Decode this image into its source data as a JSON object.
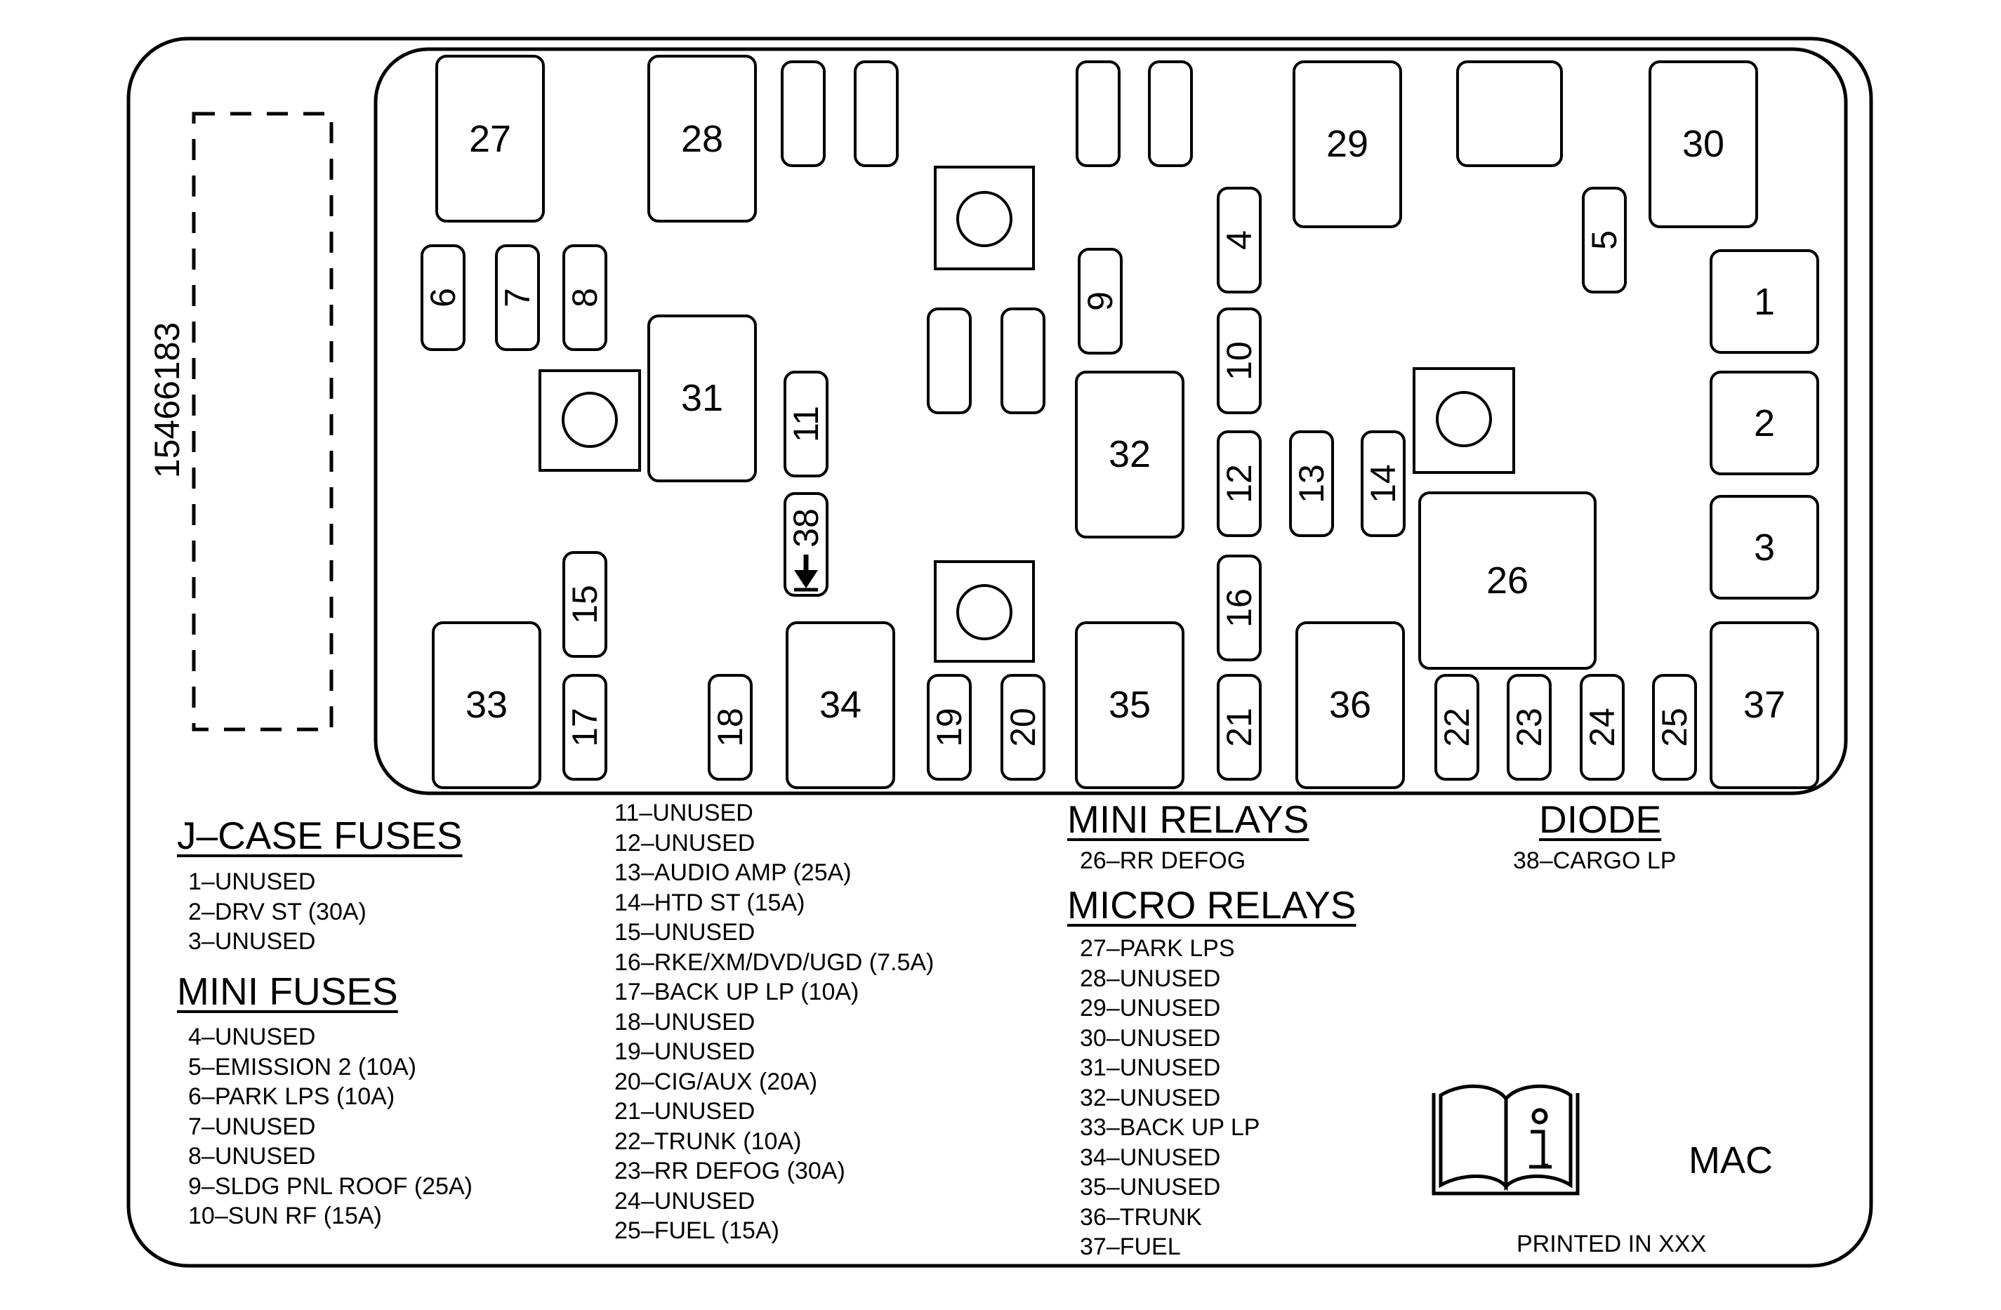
{
  "part_number": "15466183",
  "fuse_labels": {
    "f1": "1",
    "f2": "2",
    "f3": "3",
    "f4": "4",
    "f5": "5",
    "f6": "6",
    "f7": "7",
    "f8": "8",
    "f9": "9",
    "f10": "10",
    "f11": "11",
    "f12": "12",
    "f13": "13",
    "f14": "14",
    "f15": "15",
    "f16": "16",
    "f17": "17",
    "f18": "18",
    "f19": "19",
    "f20": "20",
    "f21": "21",
    "f22": "22",
    "f23": "23",
    "f24": "24",
    "f25": "25",
    "f26": "26",
    "f27": "27",
    "f28": "28",
    "f29": "29",
    "f30": "30",
    "f31": "31",
    "f32": "32",
    "f33": "33",
    "f34": "34",
    "f35": "35",
    "f36": "36",
    "f37": "37",
    "f38": "38"
  },
  "legend": {
    "jcase_title": "J–CASE FUSES",
    "jcase_items": [
      "1–UNUSED",
      "2–DRV ST (30A)",
      "3–UNUSED"
    ],
    "mini_fuses_title": "MINI FUSES",
    "mini_fuses_items": [
      "4–UNUSED",
      "5–EMISSION 2 (10A)",
      "6–PARK LPS (10A)",
      "7–UNUSED",
      "8–UNUSED",
      "9–SLDG PNL ROOF (25A)",
      "10–SUN RF (15A)"
    ],
    "mini_fuses_cont": [
      "11–UNUSED",
      "12–UNUSED",
      "13–AUDIO AMP (25A)",
      "14–HTD ST (15A)",
      "15–UNUSED",
      "16–RKE/XM/DVD/UGD (7.5A)",
      "17–BACK UP LP (10A)",
      "18–UNUSED",
      "19–UNUSED",
      "20–CIG/AUX (20A)",
      "21–UNUSED",
      "22–TRUNK (10A)",
      "23–RR DEFOG (30A)",
      "24–UNUSED",
      "25–FUEL (15A)"
    ],
    "mini_relays_title": "MINI RELAYS",
    "mini_relays_items": [
      "26–RR DEFOG"
    ],
    "micro_relays_title": "MICRO RELAYS",
    "micro_relays_items": [
      "27–PARK LPS",
      "28–UNUSED",
      "29–UNUSED",
      "30–UNUSED",
      "31–UNUSED",
      "32–UNUSED",
      "33–BACK UP LP",
      "34–UNUSED",
      "35–UNUSED",
      "36–TRUNK",
      "37–FUEL"
    ],
    "diode_title": "DIODE",
    "diode_items": [
      "38–CARGO LP"
    ]
  },
  "mac_label": "MAC",
  "printed_label": "PRINTED IN XXX",
  "icons": {
    "manual": "owner-manual-info-icon"
  }
}
